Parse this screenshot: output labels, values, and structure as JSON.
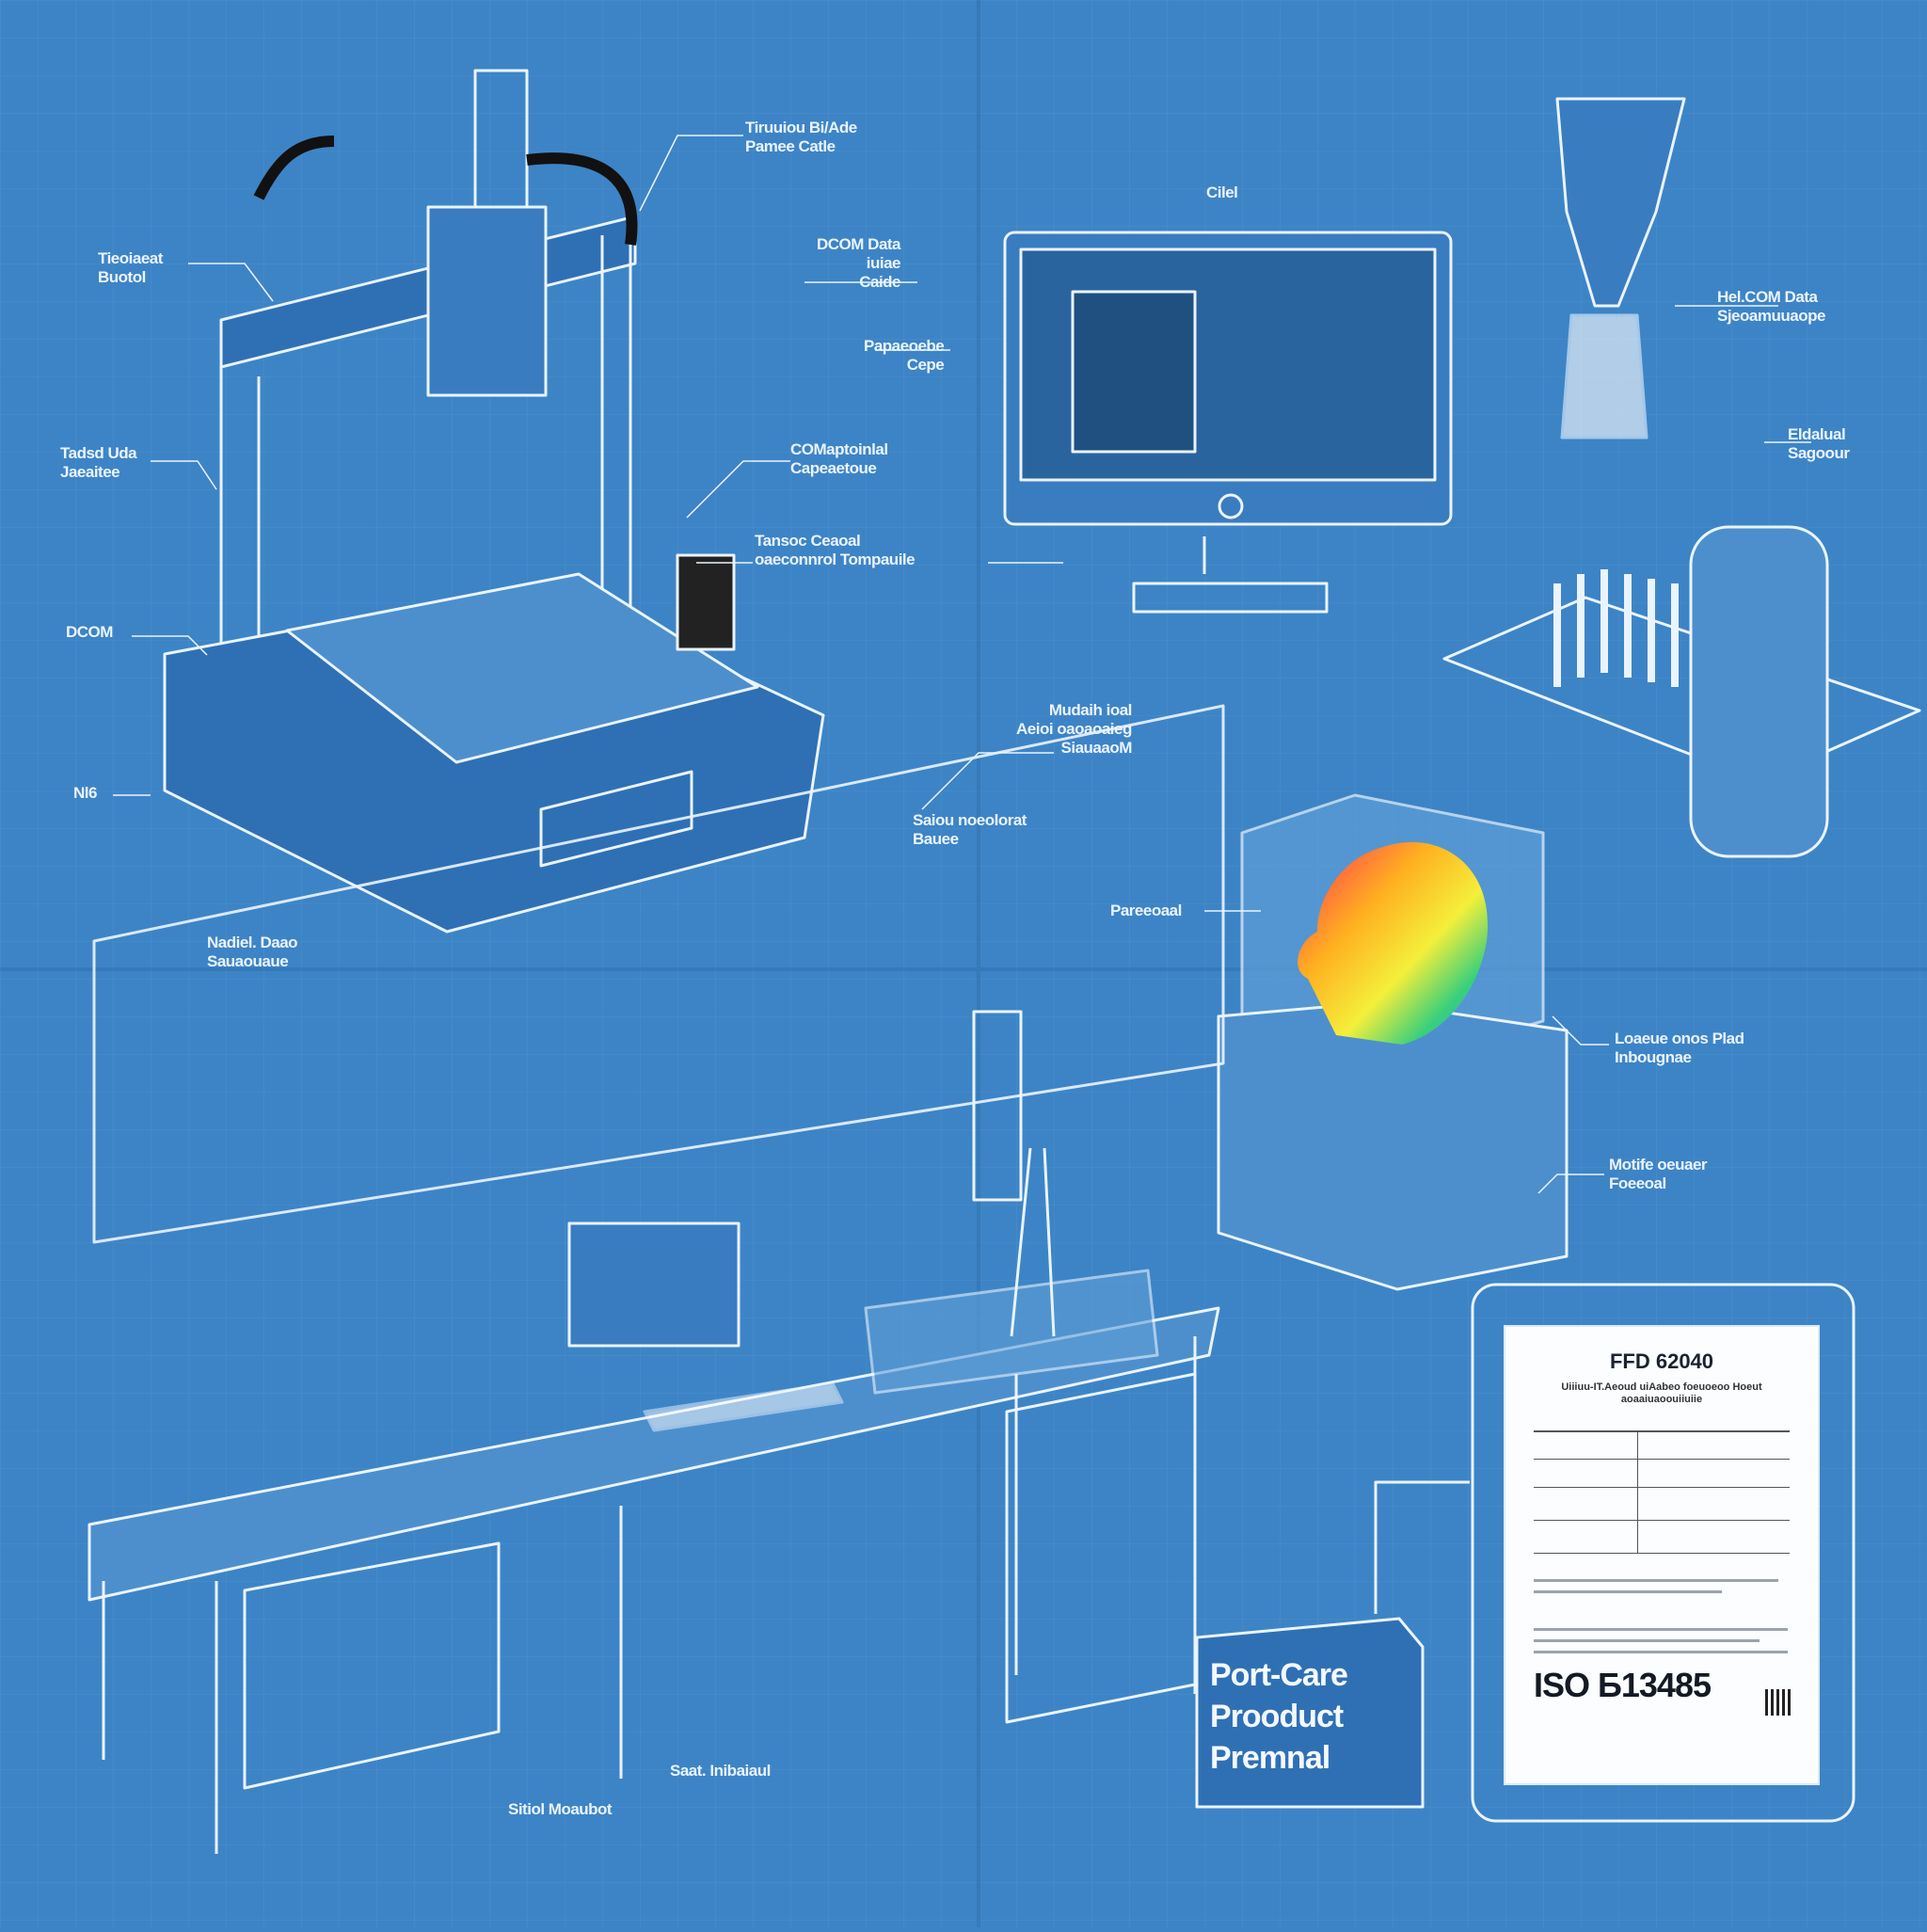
{
  "colors": {
    "background": "#3d84c6",
    "lines": "#eaf4ff",
    "grid": "#5a97d0"
  },
  "labels": {
    "cable_chain": "Tiruuiou Bi/Ade\nPamee Catle",
    "extruder": "Tieoiaeat\nBuotol",
    "dicom_data": "DCOM Data\niuiae\nCaide",
    "screen": "Papaeoebe\nCepe",
    "frame": "Tadsd Uda\nJaeaitee",
    "component": "COMaptoinlal\nCapeaetoue",
    "controller": "Tansoc Ceaoal\noaeconnrol Tompauile",
    "dcom": "DCOM",
    "foot": "Nl6",
    "base": "Nadiel. Daao\nSauaouaue",
    "monitor": "Cilel",
    "model_data": "Hel.COM Data\nSjeoamuuaope",
    "sample": "Eldalual\nSagoour",
    "build_plate": "Mudaih ioal\nAeioi oaoaoaieg\nSiauaaoM",
    "panel": "Saiou noeolorat\nBauee",
    "head_model": "Pareeoaal",
    "enclosure": "Loaeue onos Plad\nInbougnae",
    "cabinet": "Motife oeuaer\nFoeeoal",
    "bench": "Saat. Inibaiaul",
    "station": "Sitiol Moaubot"
  },
  "post_care_box": {
    "line1": "Port-Care",
    "line2": "Prooduct",
    "line3": "Premnal"
  },
  "certificate": {
    "code": "FFD 62040",
    "subtitle": "Uiiiuu-IT.Aeoud uiAabeo foeuoeoo Hoeut\naoaaiuaoouiiuiie",
    "standard": "ISO Б13485"
  }
}
